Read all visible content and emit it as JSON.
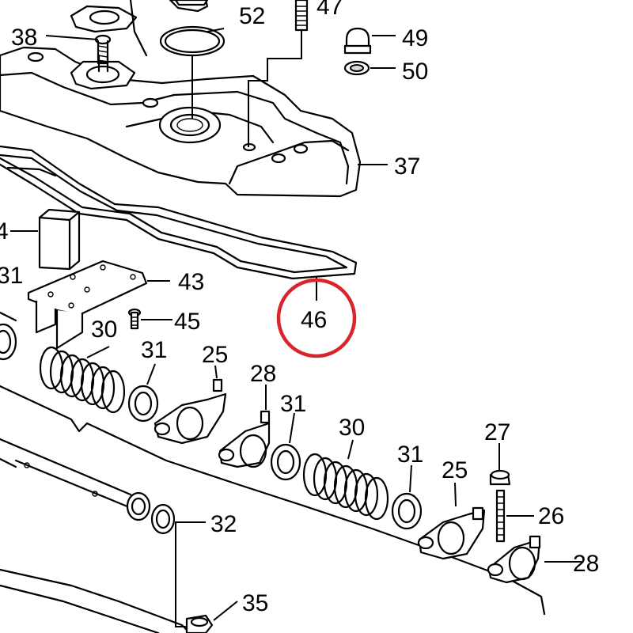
{
  "diagram": {
    "highlight_color": "#d9262c",
    "highlighted_part": "46",
    "callouts": {
      "c47": "47",
      "c52": "52",
      "c38": "38",
      "c49": "49",
      "c50": "50",
      "c37": "37",
      "c44": "4",
      "c31a": "31",
      "c43": "43",
      "c45": "45",
      "c46": "46",
      "c30a": "30",
      "c31b": "31",
      "c25a": "25",
      "c28a": "28",
      "c31c": "31",
      "c30b": "30",
      "c27": "27",
      "c31d": "31",
      "c25b": "25",
      "c26": "26",
      "c28b": "28",
      "c32": "32",
      "c35": "35"
    }
  }
}
